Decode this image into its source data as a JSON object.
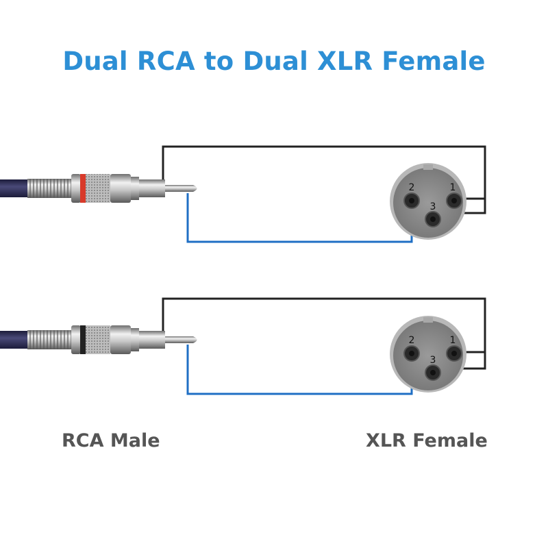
{
  "title": "Dual RCA to Dual XLR Female",
  "labels": {
    "left": "RCA Male",
    "right": "XLR Female"
  },
  "colors": {
    "title": "#2d8fd5",
    "label": "#555555",
    "signal_wire": "#1f6fc4",
    "ground_wire": "#222222",
    "cable_jacket": "#2f2f55",
    "ring_top": "#d83a2a",
    "ring_bottom": "#222222",
    "xlr_face": "#8a8a8a",
    "xlr_rim": "#b8b8b8"
  },
  "connectors": [
    {
      "id": "top",
      "rca_ring_color": "red",
      "xlr_pins": [
        "2",
        "1",
        "3"
      ],
      "wiring": {
        "rca_tip": "pin 2",
        "rca_sleeve": [
          "pin 1",
          "pin 3"
        ]
      }
    },
    {
      "id": "bottom",
      "rca_ring_color": "black",
      "xlr_pins": [
        "2",
        "1",
        "3"
      ],
      "wiring": {
        "rca_tip": "pin 2",
        "rca_sleeve": [
          "pin 1",
          "pin 3"
        ]
      }
    }
  ]
}
